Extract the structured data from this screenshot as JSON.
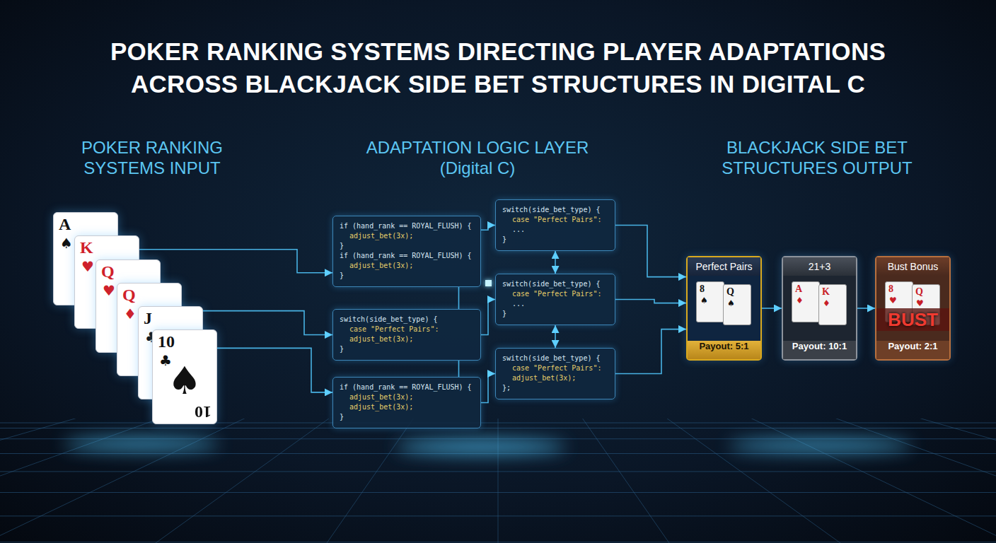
{
  "diagram": {
    "title": "POKER RANKING SYSTEMS DIRECTING PLAYER ADAPTATIONS ACROSS BLACKJACK SIDE BET STRUCTURES IN DIGITAL C",
    "nodes": [
      {
        "text": [
          "A",
          "♠"
        ]
      },
      {
        "text": [
          "K",
          "♥"
        ]
      },
      {
        "text": [
          "Q",
          "♥"
        ]
      },
      {
        "text": [
          "Q",
          "♦"
        ]
      },
      {
        "text": [
          "J",
          "♣"
        ]
      },
      {
        "text": [
          "10",
          "♣",
          "♠",
          "10"
        ]
      },
      {
        "text": [
          "if (hand_rank == ROYAL_FLUSH) {",
          "adjust_bet(3x);",
          "}",
          "if (hand_rank == ROYAL_FLUSH) {",
          "adjust_bet(3x);",
          "}"
        ]
      },
      {
        "text": [
          "switch(side_bet_type) {",
          "case \"Perfect Pairs\":",
          "adjust_bet(3x);",
          "}"
        ]
      },
      {
        "text": [
          "if (hand_rank == ROYAL_FLUSH) {",
          "adjust_bet(3x);",
          "adjust_bet(3x);",
          "}"
        ]
      },
      {
        "text": [
          "switch(side_bet_type) {",
          "case \"Perfect Pairs\":",
          "...",
          "}"
        ]
      },
      {
        "text": [
          "switch(side_bet_type) {",
          "case \"Perfect Pairs\":",
          "...",
          "}"
        ]
      },
      {
        "text": [
          "switch(side_bet_type) {",
          "case \"Perfect Pairs\":",
          "adjust_bet(3x);",
          "};"
        ]
      },
      {
        "text": [
          "Perfect Pairs",
          "Payout: 5:1"
        ]
      },
      {
        "text": [
          "8",
          "♠"
        ],
        "in": 12
      },
      {
        "text": [
          "Q",
          "♠"
        ],
        "in": 12
      },
      {
        "text": [
          "21+3",
          "Payout: 10:1"
        ]
      },
      {
        "text": [
          "A",
          "♦"
        ],
        "in": 15
      },
      {
        "text": [
          "K",
          "♦"
        ],
        "in": 15
      },
      {
        "text": [
          "Bust Bonus",
          "BUST",
          "Payout: 2:1"
        ]
      },
      {
        "text": [
          "8",
          "♥"
        ],
        "in": 18
      },
      {
        "text": [
          "Q",
          "♥"
        ],
        "in": 18
      }
    ],
    "edges": [
      {
        "from": 1,
        "to": 6,
        "arrow": "to"
      },
      {
        "from": 3,
        "to": 7,
        "arrow": "to"
      },
      {
        "from": 4,
        "to": 8,
        "arrow": "to"
      },
      {
        "from": 6,
        "to": 9,
        "arrow": "to"
      },
      {
        "from": 7,
        "to": 10,
        "arrow": "to"
      },
      {
        "from": 8,
        "to": 11,
        "arrow": "to"
      },
      {
        "from": 9,
        "to": 10,
        "arrow": "both"
      },
      {
        "from": 10,
        "to": 11,
        "arrow": "both"
      },
      {
        "from": 6,
        "to": 7,
        "arrow": "none"
      },
      {
        "from": 7,
        "to": 8,
        "arrow": "none"
      },
      {
        "from": 9,
        "to": 12,
        "arrow": "to"
      },
      {
        "from": 10,
        "to": 12,
        "arrow": "to"
      },
      {
        "from": 11,
        "to": 12,
        "arrow": "to"
      },
      {
        "from": 12,
        "to": 15,
        "arrow": "to"
      },
      {
        "from": 15,
        "to": 18,
        "arrow": "to"
      }
    ],
    "labels": [
      "POKER RANKING SYSTEMS INPUT",
      "ADAPTATION LOGIC LAYER (Digital C)",
      "BLACKJACK SIDE BET STRUCTURES OUTPUT"
    ]
  }
}
